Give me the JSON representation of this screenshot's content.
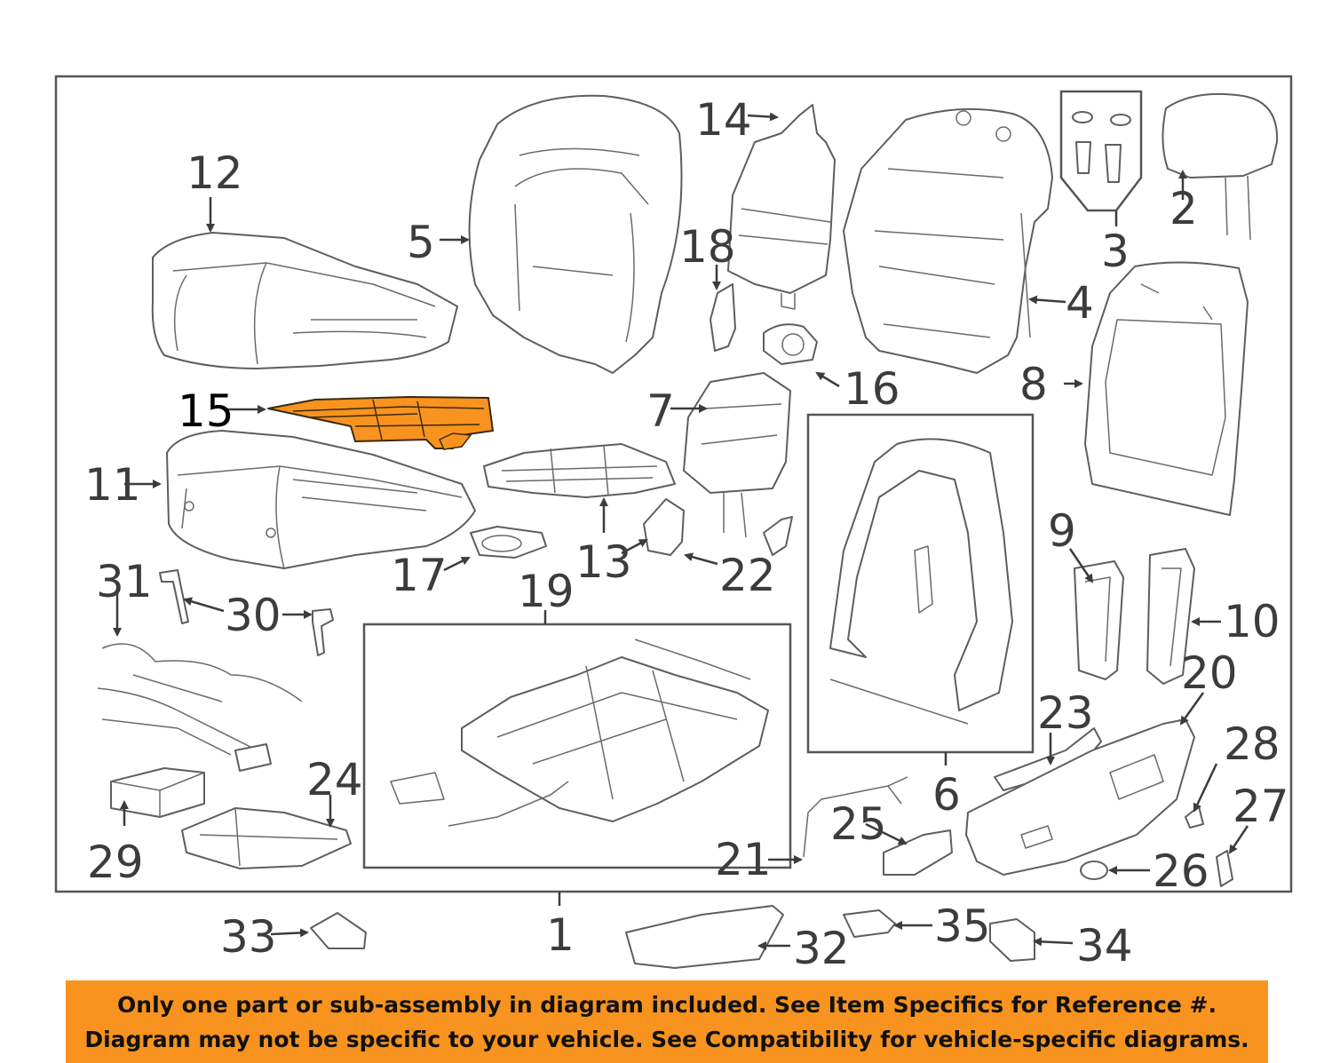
{
  "diagram": {
    "highlight_color": "#f7931e",
    "callouts": [
      {
        "id": "1",
        "text": "1"
      },
      {
        "id": "2",
        "text": "2"
      },
      {
        "id": "3",
        "text": "3"
      },
      {
        "id": "4",
        "text": "4"
      },
      {
        "id": "5",
        "text": "5"
      },
      {
        "id": "6",
        "text": "6"
      },
      {
        "id": "7",
        "text": "7"
      },
      {
        "id": "8",
        "text": "8"
      },
      {
        "id": "9",
        "text": "9"
      },
      {
        "id": "10",
        "text": "10"
      },
      {
        "id": "11",
        "text": "11"
      },
      {
        "id": "12",
        "text": "12"
      },
      {
        "id": "13",
        "text": "13"
      },
      {
        "id": "14",
        "text": "14"
      },
      {
        "id": "15",
        "text": "15"
      },
      {
        "id": "16",
        "text": "16"
      },
      {
        "id": "17",
        "text": "17"
      },
      {
        "id": "18",
        "text": "18"
      },
      {
        "id": "19",
        "text": "19"
      },
      {
        "id": "20",
        "text": "20"
      },
      {
        "id": "21",
        "text": "21"
      },
      {
        "id": "22",
        "text": "22"
      },
      {
        "id": "23",
        "text": "23"
      },
      {
        "id": "24",
        "text": "24"
      },
      {
        "id": "25",
        "text": "25"
      },
      {
        "id": "26",
        "text": "26"
      },
      {
        "id": "27",
        "text": "27"
      },
      {
        "id": "28",
        "text": "28"
      },
      {
        "id": "29",
        "text": "29"
      },
      {
        "id": "30",
        "text": "30"
      },
      {
        "id": "31",
        "text": "31"
      },
      {
        "id": "32",
        "text": "32"
      },
      {
        "id": "33",
        "text": "33"
      },
      {
        "id": "34",
        "text": "34"
      },
      {
        "id": "35",
        "text": "35"
      }
    ]
  },
  "notice": {
    "line1": "Only one part or sub-assembly in diagram included. See Item Specifics for Reference #.",
    "line2": "Diagram may not be specific to your vehicle. See Compatibility for vehicle-specific diagrams.",
    "background": "#f7931e"
  }
}
